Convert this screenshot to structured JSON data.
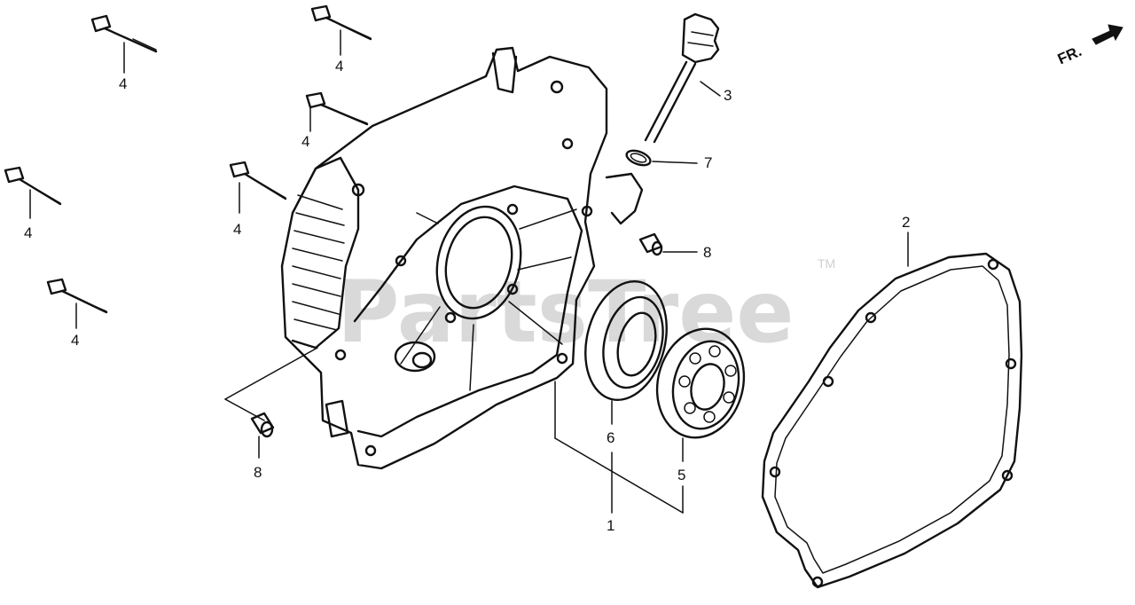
{
  "watermark": {
    "text": "PartsTree",
    "tm": "TM"
  },
  "direction_marker": {
    "text": "FR."
  },
  "callouts": {
    "bolt_1": "4",
    "bolt_2": "4",
    "bolt_3": "4",
    "bolt_4": "4",
    "bolt_5": "4",
    "bolt_6": "4",
    "dipstick": "3",
    "o_ring": "7",
    "dowel_right": "8",
    "dowel_left": "8",
    "gasket": "2",
    "oil_seal": "6",
    "bearing": "5",
    "cover_assembly": "1"
  }
}
